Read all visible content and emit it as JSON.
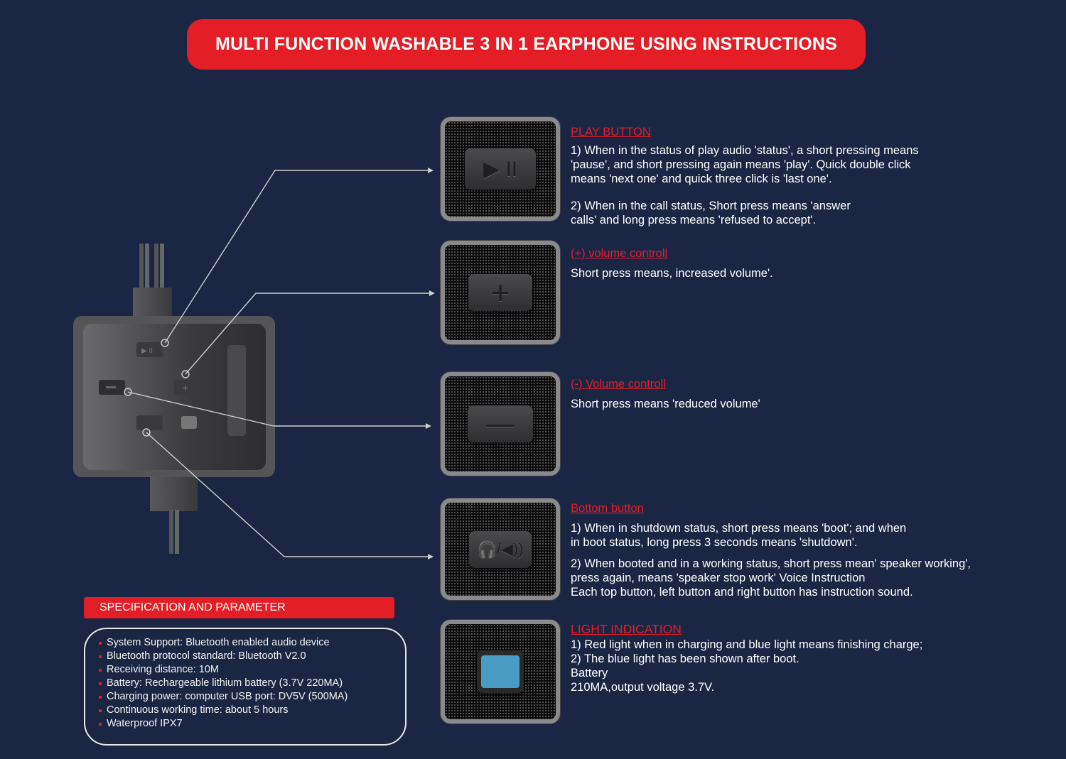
{
  "title": "MULTI FUNCTION WASHABLE 3 IN 1 EARPHONE USING INSTRUCTIONS",
  "sections": [
    {
      "heading": "PLAY BUTTON",
      "paragraphs": [
        "1) When in the status of play audio 'status', a short pressing means 'pause', and short pressing again means 'play'. Quick double click means 'next one' and quick three click is 'last one'.",
        "2) When in the call status, Short press means 'answer calls' and long press means 'refused to accept'."
      ],
      "icon": "play-pause-icon"
    },
    {
      "heading": "(+) volume controll",
      "paragraphs": [
        "Short press means, increased volume'."
      ],
      "icon": "plus-icon"
    },
    {
      "heading": "(-) Volume controll",
      "paragraphs": [
        "Short press means 'reduced volume'"
      ],
      "icon": "minus-icon"
    },
    {
      "heading": "Bottom button",
      "paragraphs": [
        "1) When in shutdown status, short press means 'boot'; and when in boot status, long press 3 seconds means 'shutdown'.",
        "2) When booted and in a working status, short press mean' speaker working', press again, means 'speaker stop work' Voice Instruction",
        "Each top button, left button and right button has instruction sound."
      ],
      "icon": "headphone-speaker-icon"
    },
    {
      "heading": "LIGHT INDICATION",
      "paragraphs": [
        "1) Red light when in charging and blue light means finishing charge;",
        "2) The blue light has been shown after boot.",
        "Battery",
        "210MA,output voltage 3.7V."
      ],
      "icon": "led-light-icon"
    }
  ],
  "spec": {
    "title": "SPECIFICATION AND PARAMETER",
    "items": [
      "System Support: Bluetooth enabled audio device",
      "Bluetooth protocol standard: Bluetooth V2.0",
      "Receiving distance: 10M",
      "Battery: Rechargeable lithium battery (3.7V 220MA)",
      "Charging power: computer USB port: DV5V (500MA)",
      "Continuous working time: about 5 hours",
      "Waterproof IPX7"
    ]
  },
  "colors": {
    "background": "#1b2645",
    "accent": "#e41e26",
    "led": "#4a9cc4"
  }
}
